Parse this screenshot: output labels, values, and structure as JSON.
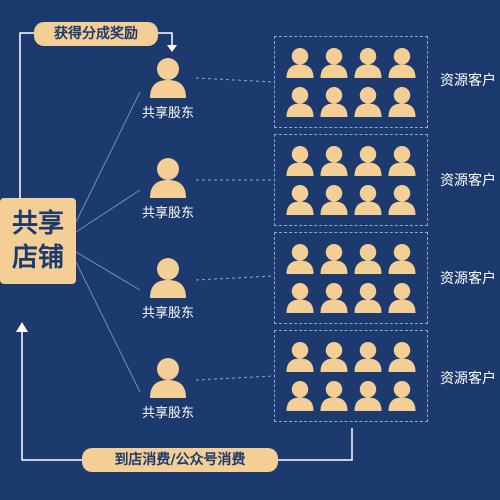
{
  "shop": {
    "line1": "共享",
    "line2": "店铺"
  },
  "top_label": "获得分成奖励",
  "bottom_label": "到店消费/公众号消费",
  "shareholders": [
    {
      "label": "共享股东"
    },
    {
      "label": "共享股东"
    },
    {
      "label": "共享股东"
    },
    {
      "label": "共享股东"
    }
  ],
  "groups": [
    {
      "label": "资源客户"
    },
    {
      "label": "资源客户"
    },
    {
      "label": "资源客户"
    },
    {
      "label": "资源客户"
    }
  ],
  "colors": {
    "background": "#1d3a6e",
    "accent": "#f3cf95",
    "line": "#8aa6d6"
  },
  "icons": {
    "person": "person-icon",
    "arrow": "arrow-down-icon"
  }
}
